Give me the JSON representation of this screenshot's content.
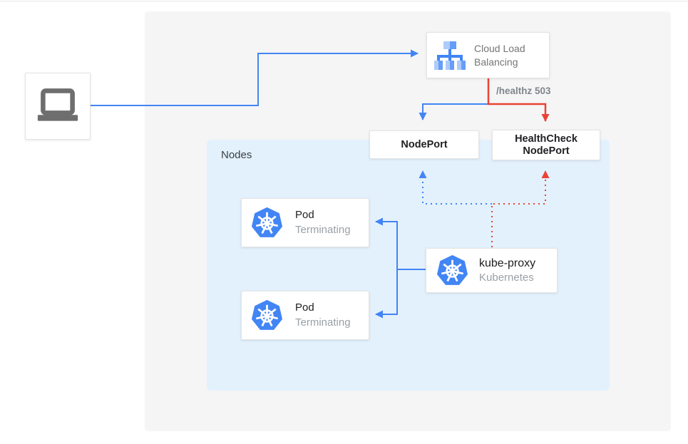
{
  "diagram": {
    "type": "kubernetes-load-balancing-health-check-diagram",
    "nodes_container": {
      "label": "Nodes"
    },
    "client": {
      "icon": "laptop-icon"
    },
    "load_balancer": {
      "label": "Cloud Load Balancing",
      "icon": "cloud-load-balancing-icon"
    },
    "node_port": {
      "label": "NodePort"
    },
    "health_check_node_port": {
      "label": "HealthCheck NodePort"
    },
    "pods": [
      {
        "title": "Pod",
        "status": "Terminating",
        "icon": "kubernetes-icon"
      },
      {
        "title": "Pod",
        "status": "Terminating",
        "icon": "kubernetes-icon"
      }
    ],
    "kube_proxy": {
      "title": "kube-proxy",
      "subtitle": "Kubernetes",
      "icon": "kubernetes-icon"
    },
    "edge_labels": {
      "healthz": "/healthz 503"
    },
    "colors": {
      "arrow_blue": "#4285f4",
      "arrow_red": "#ea4335",
      "nodes_bg": "#e3f1fd",
      "panel_bg": "#f5f5f6",
      "kubernetes_blue": "#4285f4",
      "lb_icon_light": "#aecbfa",
      "lb_icon_medium": "#669df6",
      "lb_icon_dark": "#4285f4",
      "laptop_gray": "#6e6e6e",
      "muted_text": "#9aa0a6",
      "healthz_text": "#80868b"
    }
  }
}
